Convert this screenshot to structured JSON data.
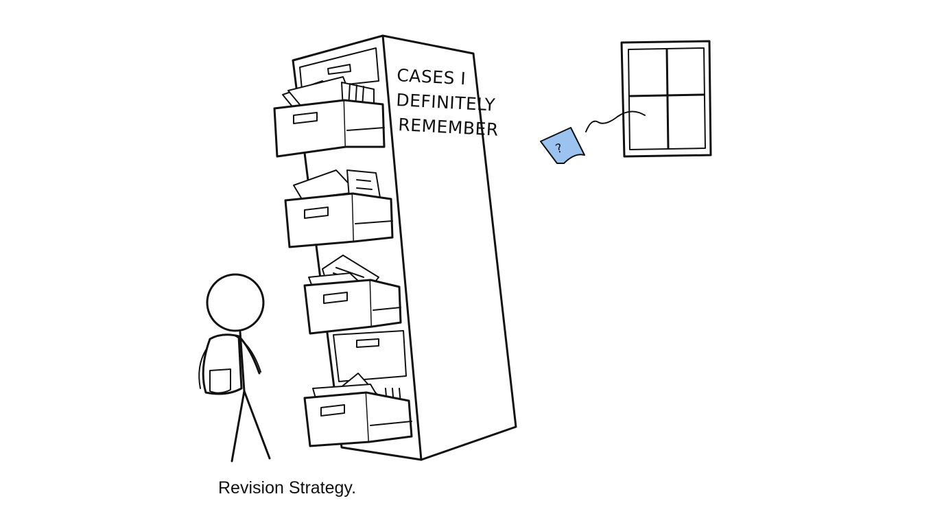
{
  "cabinet_label": {
    "line1": "CASES I",
    "line2": "DEFINITELY",
    "line3": "REMEMBER"
  },
  "sticky_note": {
    "mark": "?",
    "color": "#9cc3f0"
  },
  "caption": "Revision Strategy.",
  "icons": [
    "filing-cabinet-icon",
    "stick-figure-icon",
    "backpack-icon",
    "window-icon",
    "sticky-note-icon"
  ]
}
